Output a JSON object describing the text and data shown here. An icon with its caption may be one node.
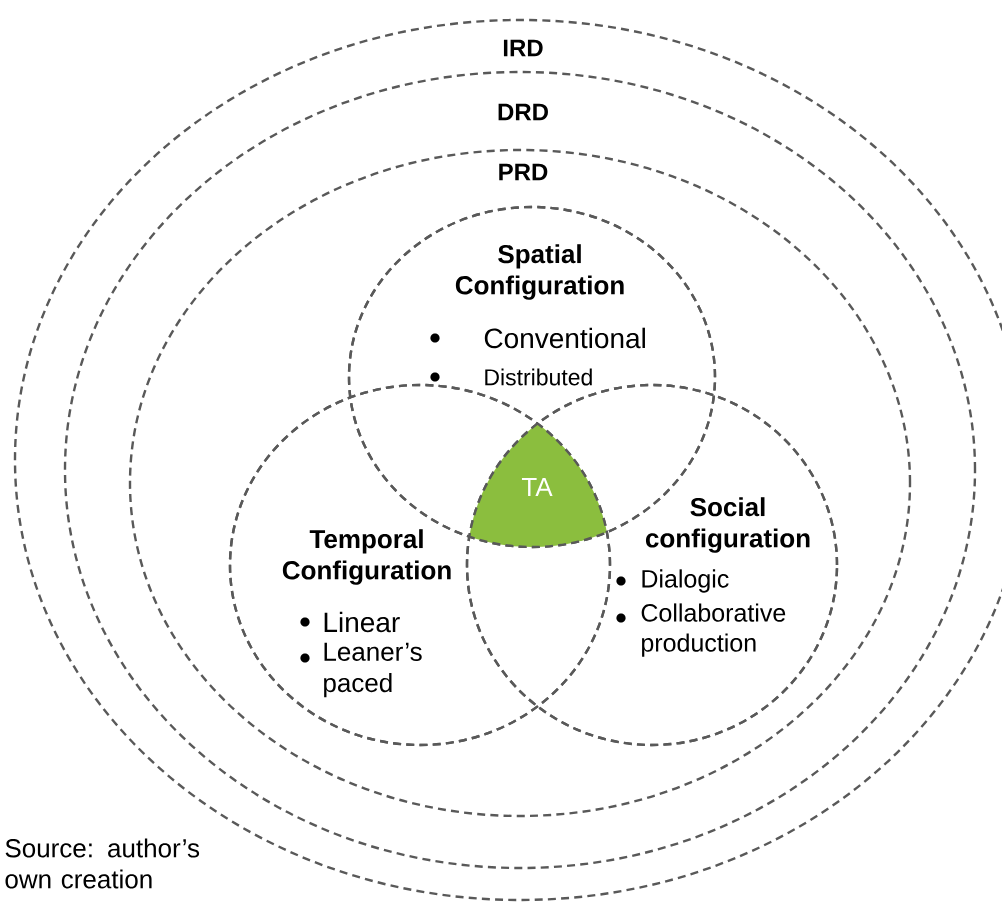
{
  "diagram": {
    "caption": "Source: author’s own creation",
    "nodes": [
      {
        "text": [
          "IRD"
        ]
      },
      {
        "text": [
          "DRD"
        ],
        "in": 0
      },
      {
        "text": [
          "PRD"
        ],
        "in": 1
      },
      {
        "text": [
          "Spatial Configuration",
          "Conventional",
          "Distributed"
        ],
        "in": 2
      },
      {
        "text": [
          "Temporal Configuration",
          "Linear",
          "Leaner’s paced"
        ],
        "in": 2
      },
      {
        "text": [
          "Social configuration",
          "Dialogic",
          "Collaborative production"
        ],
        "in": 2
      },
      {
        "text": [
          "TA"
        ]
      }
    ],
    "edges": []
  }
}
